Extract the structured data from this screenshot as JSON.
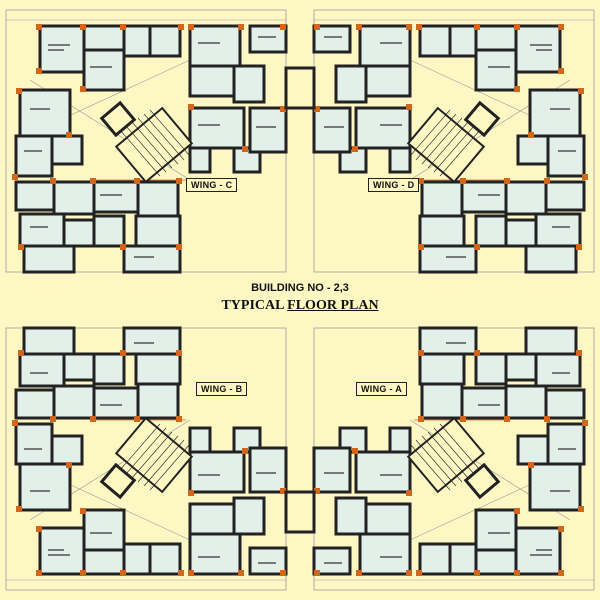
{
  "heading": {
    "building": "BUILDING NO - 2,3",
    "title_plain": "TYPICAL",
    "title_underlined": "FLOOR PLAN"
  },
  "wings": [
    "WING - C",
    "WING - D",
    "WING - B",
    "WING - A"
  ],
  "colors": {
    "background": "#fdf7c4",
    "wall": "#222222",
    "column": "#d4661c",
    "room_fill": "#e3f0ea",
    "line": "#9a9aa0",
    "text": "#111111"
  }
}
